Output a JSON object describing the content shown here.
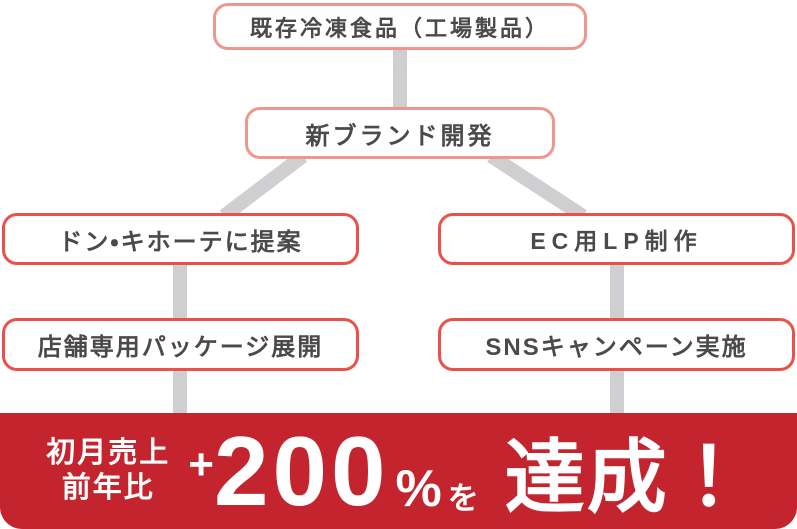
{
  "colors": {
    "background": "#ffffff",
    "banner_red": "#C3242E",
    "border_light": "#F0968C",
    "border_strong": "#E9524A",
    "connector_gray": "#CFCFD1",
    "box_text": "#4A4A4A",
    "banner_text": "#ffffff"
  },
  "flowchart": {
    "nodes": [
      {
        "id": "existing-frozen-food",
        "label": "既存冷凍食品（工場製品）",
        "style": "light"
      },
      {
        "id": "new-brand-development",
        "label": "新ブランド開発",
        "style": "light"
      },
      {
        "id": "donki-proposal",
        "label": "ドン・キホーテに提案",
        "style": "strong"
      },
      {
        "id": "ec-lp-production",
        "label": "EC用LP制作",
        "style": "strong"
      },
      {
        "id": "store-package-rollout",
        "label": "店舗専用パッケージ展開",
        "style": "strong"
      },
      {
        "id": "sns-campaign",
        "label": "SNSキャンペーン実施",
        "style": "strong"
      }
    ],
    "banner": {
      "label_line1": "初月売上",
      "label_line2": "前年比",
      "plus": "+",
      "value": "200",
      "percent": "%",
      "particle": "を",
      "result": "達成！"
    }
  }
}
